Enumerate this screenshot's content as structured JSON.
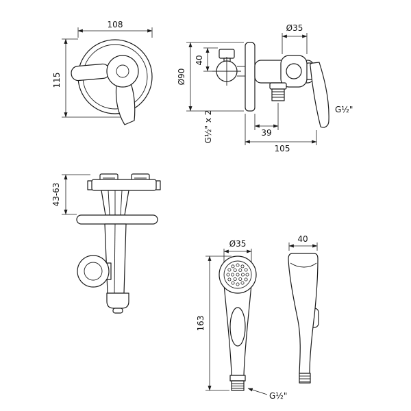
{
  "page": {
    "background": "#ffffff",
    "line_color": "#1a1a1a"
  },
  "drawing": {
    "mixer_front": {
      "width": "108",
      "height": "115"
    },
    "valve_side": {
      "holder_diameter": "Ø35",
      "plate_diameter": "Ø90",
      "inlet_offset": "40",
      "inlet_thread": "G½\" x 2",
      "outlet_distance": "39",
      "depth": "105",
      "outlet_thread": "G½\""
    },
    "holder": {
      "adjust_range": "43-63"
    },
    "handshower_front": {
      "head_diameter": "Ø35",
      "length": "163",
      "thread": "G½\""
    },
    "handshower_side": {
      "width": "40"
    }
  }
}
